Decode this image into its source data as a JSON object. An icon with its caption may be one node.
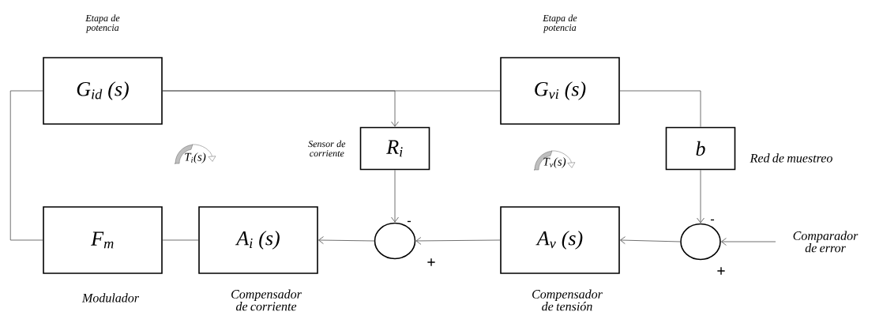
{
  "diagram": {
    "nodes": [
      {
        "text": [
          "G$_{id}$ (s)"
        ],
        "beside": [
          "Etapa de potencia"
        ]
      },
      {
        "text": [
          "G$_{vi}$ (s)"
        ],
        "beside": [
          "Etapa de potencia"
        ]
      },
      {
        "text": [
          "R$_{i}$"
        ],
        "beside": [
          "Sensor de corriente"
        ]
      },
      {
        "text": [
          "b"
        ],
        "beside": [
          "Red de muestreo"
        ]
      },
      {
        "text": [
          "F$_{m}$"
        ],
        "beside": [
          "Modulador"
        ]
      },
      {
        "text": [
          "A$_{i}$ (s)"
        ],
        "beside": [
          "Compensador de corriente"
        ]
      },
      {
        "text": [],
        "shape": "circle"
      },
      {
        "text": [
          "A$_{v}$ (s)"
        ],
        "beside": [
          "Compensador de tensión"
        ]
      },
      {
        "text": [],
        "shape": "circle"
      }
    ],
    "edges": [
      {
        "from": 0,
        "to": 1,
        "arrow": "none"
      },
      {
        "from": 0,
        "to": 2,
        "arrow": "to"
      },
      {
        "from": 1,
        "to": 3,
        "arrow": "none"
      },
      {
        "from": 3,
        "to": 8,
        "arrow": "to"
      },
      {
        "from": 2,
        "to": 6,
        "arrow": "to"
      },
      {
        "from": 8,
        "to": 7,
        "arrow": "to"
      },
      {
        "from": null,
        "to": 8,
        "arrow": "to"
      },
      {
        "from": 7,
        "to": 6,
        "arrow": "to"
      },
      {
        "from": 6,
        "to": 5,
        "arrow": "to"
      },
      {
        "from": 5,
        "to": 4,
        "arrow": "none"
      },
      {
        "from": 4,
        "to": 0,
        "arrow": "none"
      }
    ],
    "labels": [
      "T$_{i}$(s)",
      "T$_{v}$(s)",
      "-",
      "+",
      "-",
      "+",
      "Comparador de error"
    ]
  }
}
